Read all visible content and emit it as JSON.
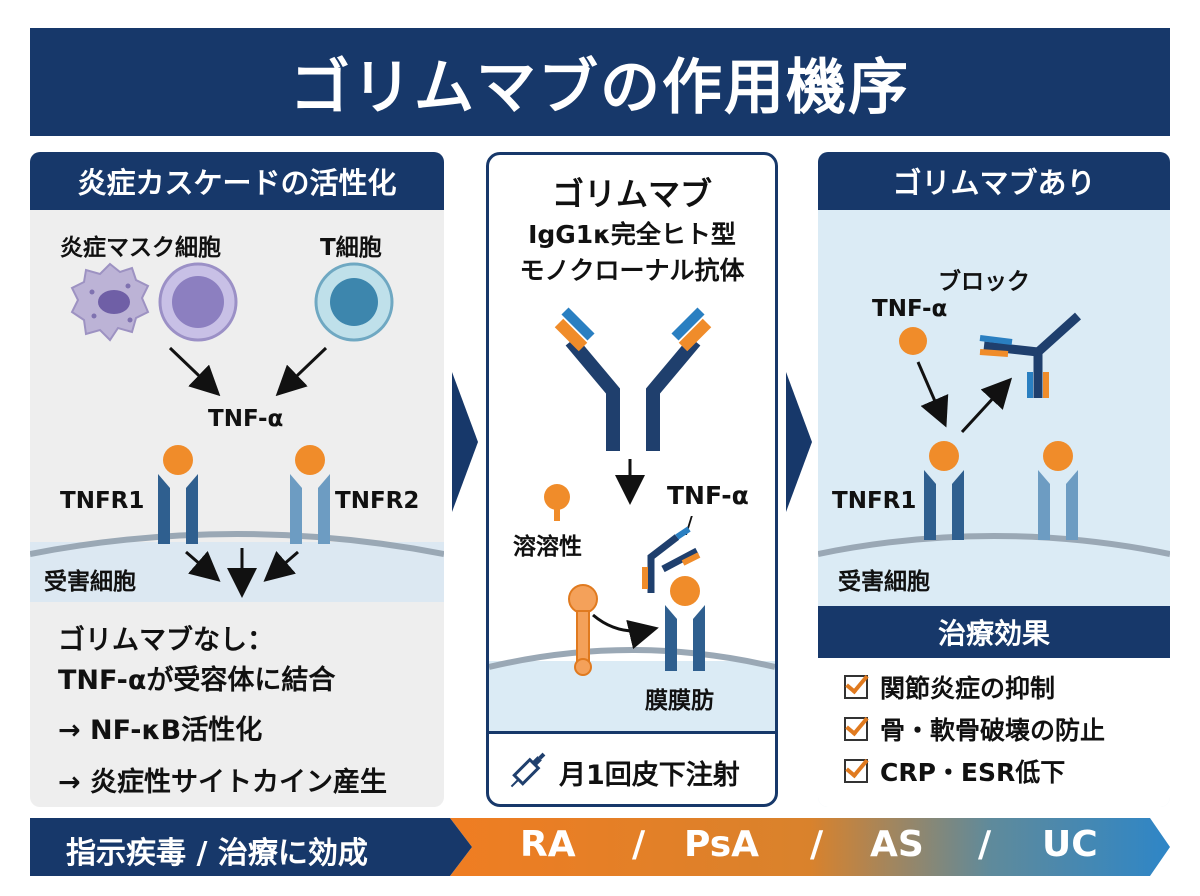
{
  "title": "ゴリムマブの作用機序",
  "left": {
    "header": "炎症カスケードの活性化",
    "cell1_label": "炎症マスク細胞",
    "cell2_label": "T細胞",
    "tnf_label": "TNF-α",
    "receptor1_label": "TNFR1",
    "receptor2_label": "TNFR2",
    "target_cell_label": "受害細胞",
    "line1": "ゴリムマブなし：",
    "line2": "TNF-αが受容体に結合",
    "line3": "→ NF-κB活性化",
    "line4": "→ 炎症性サイトカイン産生"
  },
  "middle": {
    "title": "ゴリムマブ",
    "subtitle1": "IgG1κ完全ヒト型",
    "subtitle2": "モノクローナル抗体",
    "soluble_label": "溶溶性",
    "tnf_label": "TNF-α",
    "slash": "/",
    "membrane_label": "膜膜肪",
    "injection_label": "月1回皮下注射"
  },
  "right": {
    "header": "ゴリムマブあり",
    "block_label": "ブロック",
    "tnf_label": "TNF-α",
    "receptor_label": "TNFR1",
    "target_cell_label": "受害細胞",
    "effects_header": "治療効果",
    "effects": [
      "関節炎症の抑制",
      "骨・軟骨破壊の防止",
      "CRP・ESR低下"
    ]
  },
  "footer": {
    "indication_label": "指示疾毒 / 治療に効成",
    "diseases": [
      "RA",
      "PsA",
      "AS",
      "UC"
    ],
    "separator": "/"
  },
  "colors": {
    "navy": "#17386a",
    "orange": "#f08c2a",
    "receptor_blue": "#2f5f8f",
    "light_blue": "#dbebf5",
    "panel_gray": "#eeeeee"
  }
}
